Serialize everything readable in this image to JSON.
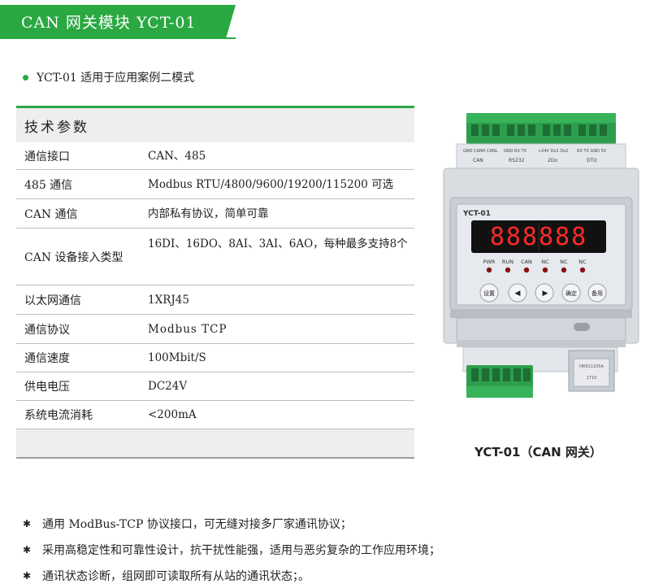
{
  "header": {
    "title": "CAN 网关模块  YCT-01"
  },
  "subtitle": "YCT-01 适用于应用案例二模式",
  "specs": {
    "title": "技术参数",
    "rows": [
      {
        "key": "通信接口",
        "value": "CAN、485"
      },
      {
        "key": "485 通信",
        "value": "Modbus RTU/4800/9600/19200/115200 可选"
      },
      {
        "key": "CAN 通信",
        "value": "内部私有协议，简单可靠"
      },
      {
        "key": "CAN 设备接入类型",
        "value": "16DI、16DO、8AI、3AI、6AO，每种最多支持8个"
      },
      {
        "key": "以太网通信",
        "value": "1XRJ45"
      },
      {
        "key": "通信协议",
        "value": "Modbus TCP"
      },
      {
        "key": "通信速度",
        "value": "100Mbit/S"
      },
      {
        "key": "供电电压",
        "value": "DC24V"
      },
      {
        "key": "系统电流消耗",
        "value": "<200mA"
      }
    ]
  },
  "device": {
    "model_label": "YCT-01",
    "display": "888888",
    "leds": [
      "PWR",
      "RUN",
      "CAN",
      "NC",
      "NC",
      "NC"
    ],
    "buttons": {
      "set": "设置",
      "left": "◀",
      "right": "▶",
      "ok": "确定",
      "spare": "备用"
    },
    "top_groups": [
      "CAN",
      "RS232",
      "2Do",
      "DTU"
    ],
    "top_pins": [
      "GND CANH CANL",
      "GND RX TX",
      "+24V Do1 Do2",
      "RX TX GND 5V"
    ],
    "rj45_label": "HR911105A",
    "rj45_sub": "1710",
    "caption": "YCT-01（CAN 网关）"
  },
  "features": [
    "通用 ModBus-TCP 协议接口，可无缝对接多厂家通讯协议；",
    "采用高稳定性和可靠性设计，抗干扰性能强，适用与恶劣复杂的工作应用环境；",
    "通讯状态诊断，组网即可读取所有从站的通讯状态；。"
  ],
  "colors": {
    "accent": "#2aa841",
    "terminal": "#2e9e4e",
    "display_bg": "#111111",
    "display_fg": "#ff2a2a"
  }
}
